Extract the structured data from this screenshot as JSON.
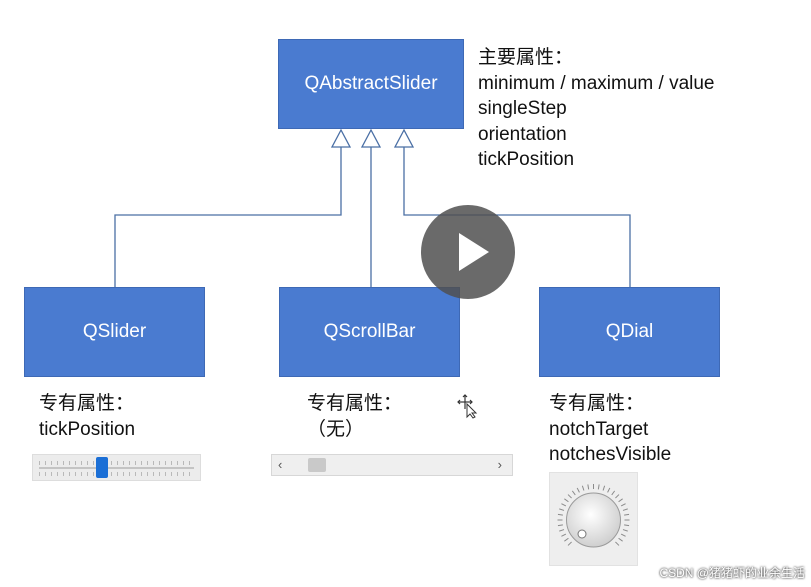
{
  "base": {
    "label": "QAbstractSlider",
    "props": [
      "主要属性：",
      "minimum / maximum / value",
      "singleStep",
      "orientation",
      "tickPosition"
    ]
  },
  "slider": {
    "label": "QSlider",
    "props": [
      "专有属性：",
      "tickPosition"
    ]
  },
  "scrollbar": {
    "label": "QScrollBar",
    "props": [
      "专有属性：",
      "（无）"
    ],
    "left_arrow": "‹",
    "right_arrow": "›"
  },
  "dial": {
    "label": "QDial",
    "props": [
      "专有属性：",
      "notchTarget",
      "notchesVisible"
    ]
  },
  "icons": [
    "play-icon",
    "move-cursor-icon"
  ],
  "colors": {
    "box_fill": "#4a7bd0",
    "connector": "#4a6fa5",
    "slider_handle": "#1b6fd6"
  },
  "watermark": "CSDN @猪猪虾的业余生活"
}
